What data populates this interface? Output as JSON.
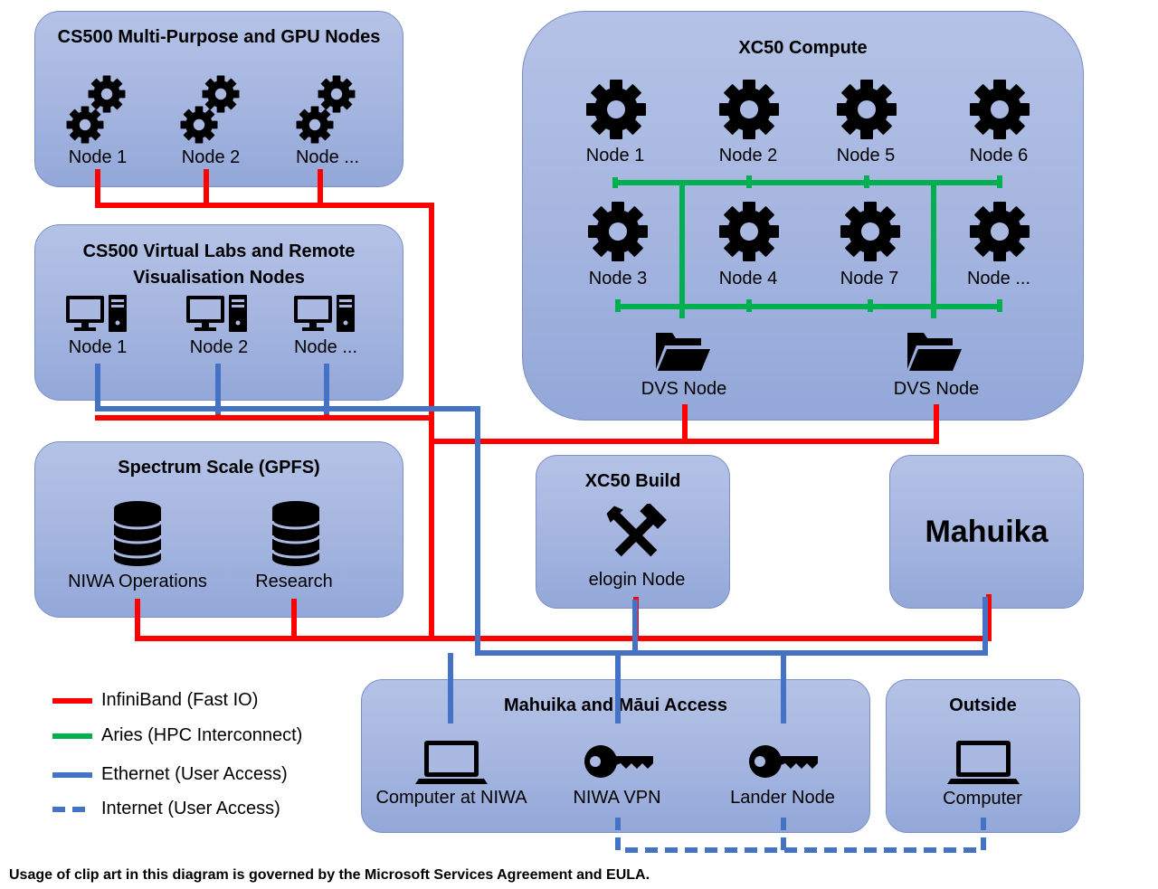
{
  "colors": {
    "infiniband": "#ff0000",
    "aries": "#00b050",
    "ethernet": "#4472c4"
  },
  "cs500_gpu": {
    "title": "CS500 Multi-Purpose and GPU Nodes",
    "nodes": [
      "Node 1",
      "Node 2",
      "Node ..."
    ]
  },
  "cs500_vlab": {
    "title_line1": "CS500 Virtual Labs and Remote",
    "title_line2": "Visualisation Nodes",
    "nodes": [
      "Node 1",
      "Node 2",
      "Node ..."
    ]
  },
  "spectrum": {
    "title": "Spectrum Scale (GPFS)",
    "stores": [
      "NIWA Operations",
      "Research"
    ]
  },
  "xc50_compute": {
    "title": "XC50 Compute",
    "top_nodes": [
      "Node 1",
      "Node 2",
      "Node 5",
      "Node 6"
    ],
    "bottom_nodes": [
      "Node 3",
      "Node 4",
      "Node 7",
      "Node ..."
    ],
    "dvs_nodes": [
      "DVS Node",
      "DVS Node"
    ]
  },
  "xc50_build": {
    "title": "XC50 Build",
    "node": "elogin Node"
  },
  "mahuika": {
    "title": "Mahuika"
  },
  "access": {
    "title": "Mahuika and  Māui Access",
    "items": [
      "Computer at NIWA",
      "NIWA VPN",
      "Lander Node"
    ]
  },
  "outside": {
    "title": "Outside",
    "item": "Computer"
  },
  "legend": [
    {
      "label": "InfiniBand (Fast IO)",
      "style": "solid",
      "color": "#ff0000"
    },
    {
      "label": "Aries (HPC Interconnect)",
      "style": "solid",
      "color": "#00b050"
    },
    {
      "label": "Ethernet (User Access)",
      "style": "solid",
      "color": "#4472c4"
    },
    {
      "label": "Internet (User Access)",
      "style": "dashed",
      "color": "#4472c4"
    }
  ],
  "footer": "Usage of clip art in this diagram is governed by the Microsoft Services Agreement and EULA."
}
